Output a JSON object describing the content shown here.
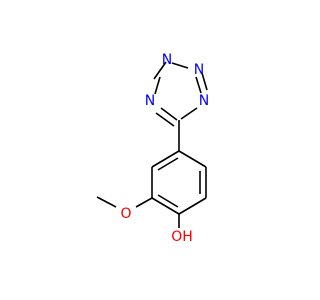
{
  "molecule": {
    "atoms": {
      "n_methyl": "N",
      "n_top_right": "N",
      "n_left": "N",
      "n_right": "N",
      "o_methoxy": "O",
      "oh": "OH"
    }
  },
  "colors": {
    "nitrogen": "#0000ff",
    "oxygen": "#ff0000",
    "bond": "#000000",
    "background": "#ffffff"
  }
}
